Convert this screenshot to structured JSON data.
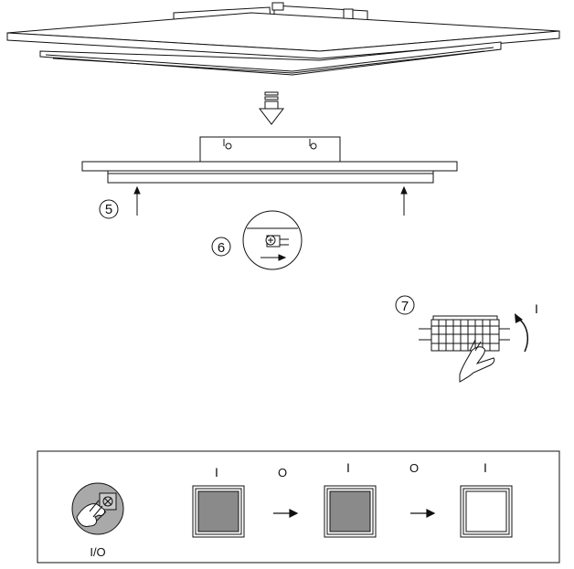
{
  "steps": {
    "step5": "5",
    "step6": "6",
    "step7": "7"
  },
  "step7_direction": "I",
  "switch_sequence": {
    "hand_caption": "I/O",
    "states": [
      {
        "label": "I",
        "lit": false
      },
      {
        "label": "I",
        "lit": false
      },
      {
        "label": "I",
        "lit": true
      }
    ],
    "between": [
      "O",
      "O"
    ]
  },
  "colors": {
    "line": "#111111",
    "panel_off": "#8a8a8a",
    "panel_on": "#ffffff",
    "hand_fill": "#a9a9a9"
  }
}
